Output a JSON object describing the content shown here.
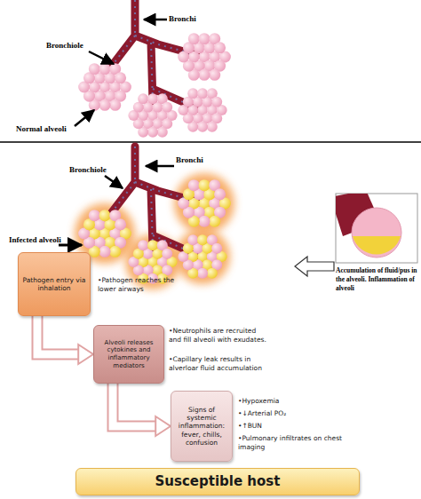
{
  "diagram": {
    "nodes": [
      {
        "text": [
          "Pathogen entry via inhalation"
        ]
      },
      {
        "text": [
          "Alveoli releases cytokines and inflammatory mediators"
        ]
      },
      {
        "text": [
          "Signs of systemic inflammation: fever, chills, confusion"
        ]
      },
      {
        "text": [
          "Susceptible host"
        ]
      }
    ],
    "edges": [
      {
        "from": 0,
        "to": 1,
        "arrow": "to"
      },
      {
        "from": 1,
        "to": 2,
        "arrow": "to"
      }
    ],
    "labels": [
      "Bronchi",
      "Bronchiole",
      "Normal alveoli",
      "Bronchiole",
      "Bronchi",
      "Infected alveoli",
      "Accumulation of fluid/pus in the alveoli. Inflammation of alveoli",
      "•Pathogen reaches the lower airways",
      "•Neutrophils are recruited and fill alveoli with exudates.",
      "•Capillary leak results in alverloar fluid accumulation",
      "•Hypoxemia",
      "•↓Arterial PO₂",
      "•↑BUN",
      "•Pulmonary infiltrates on chest imaging"
    ]
  }
}
